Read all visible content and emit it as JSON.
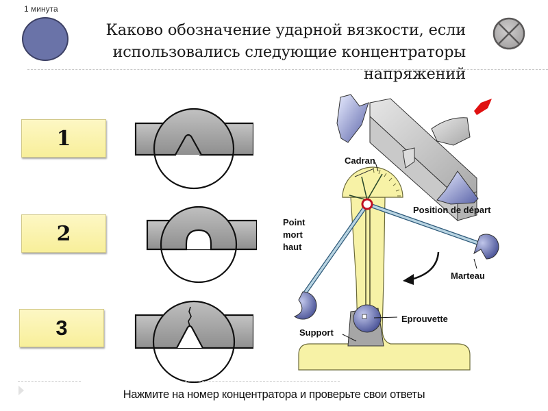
{
  "timer": {
    "label": "1 минута",
    "color": "#6a73a8"
  },
  "close_button": {
    "icon": "close-x-circle-icon",
    "color": "#b3b1b1"
  },
  "question": {
    "title": "Каково обозначение ударной вязкости, если использовались следующие концентраторы напряжений"
  },
  "answers": [
    {
      "label": "1",
      "notch_type": "V-notch"
    },
    {
      "label": "2",
      "notch_type": "U-notch"
    },
    {
      "label": "3",
      "notch_type": "T-notch (fatigue crack)"
    }
  ],
  "answer_button_color": "#f8ef9a",
  "diagram": {
    "name": "Charpy pendulum impact tester",
    "labels": {
      "dial": "Cadran",
      "start_position": "Position de départ",
      "top_dead_point": [
        "Point",
        "mort",
        "haut"
      ],
      "hammer": "Marteau",
      "specimen": "Eprouvette",
      "support": "Support"
    },
    "colors": {
      "frame": "#f7f2a6",
      "hammer": "#5d66a8",
      "arrow": "#e01010",
      "arm": "#a9c8d8"
    }
  },
  "footer": {
    "instruction": "Нажмите на номер концентратора и проверьте свои ответы"
  }
}
